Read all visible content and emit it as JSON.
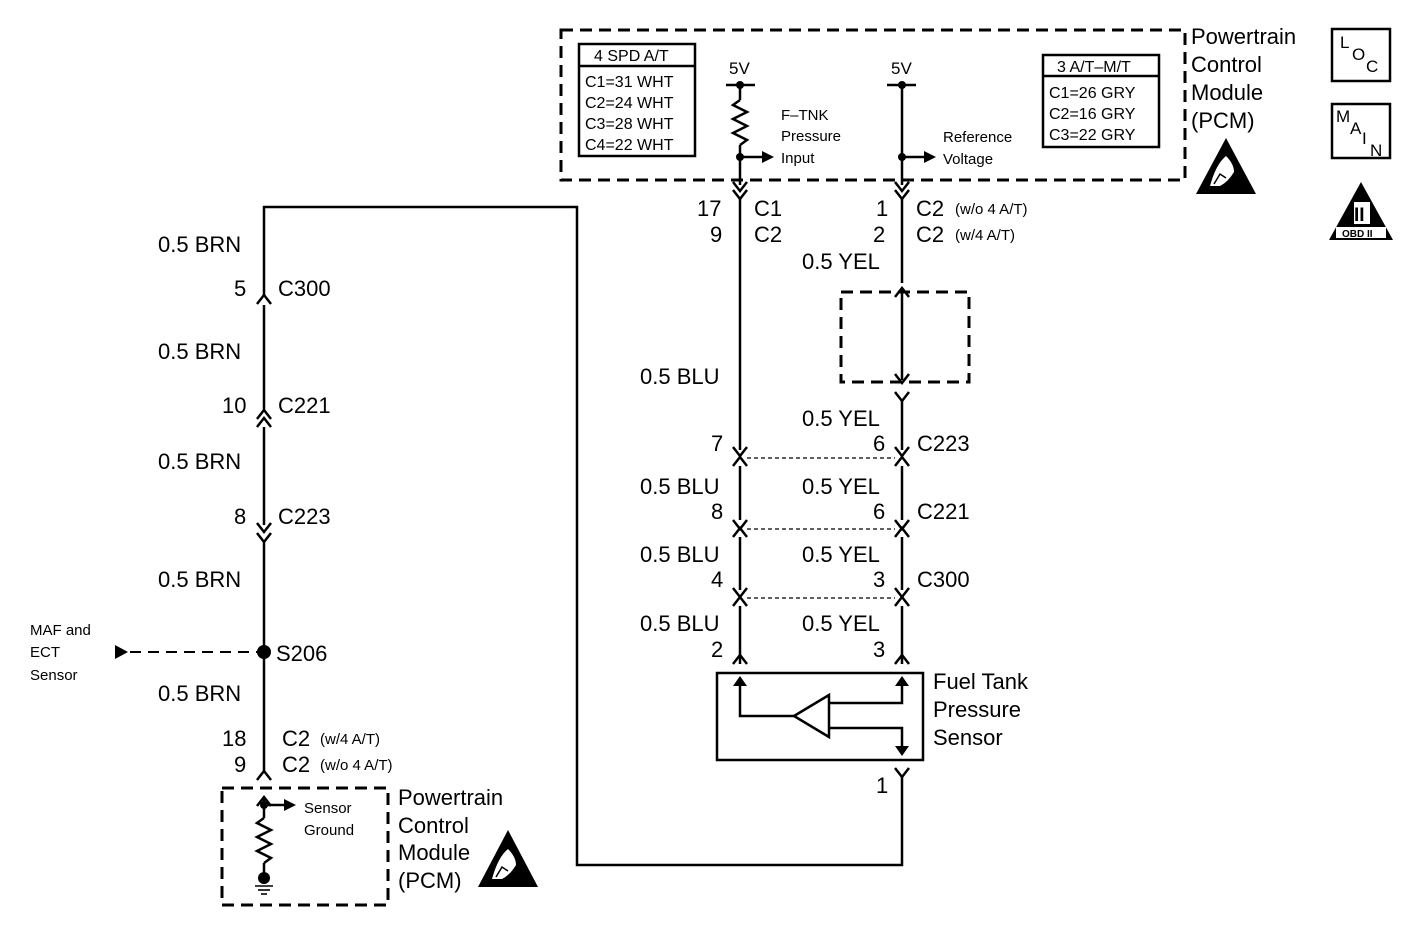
{
  "pcm_top": {
    "title_lines": [
      "Powertrain",
      "Control",
      "Module",
      "(PCM)"
    ],
    "spd_table": {
      "header": "4 SPD A/T",
      "rows": [
        "C1=31 WHT",
        "C2=24 WHT",
        "C3=28 WHT",
        "C4=22 WHT"
      ]
    },
    "mt_table": {
      "header": "3 A/T–M/T",
      "rows": [
        "C1=26 GRY",
        "C2=16 GRY",
        "C3=22 GRY"
      ]
    },
    "left_circuit": {
      "voltage": "5V",
      "label_lines": [
        "F–TNK",
        "Pressure",
        "Input"
      ]
    },
    "right_circuit": {
      "voltage": "5V",
      "label_lines": [
        "Reference",
        "Voltage"
      ]
    }
  },
  "icons": {
    "loc": {
      "letters": [
        "L",
        "O",
        "C"
      ]
    },
    "main": {
      "letters": [
        "M",
        "A",
        "I",
        "N"
      ]
    },
    "obd": {
      "numeral": "II",
      "caption": "OBD II"
    }
  },
  "connectors_top": {
    "left_pins": [
      "17",
      "9"
    ],
    "left_names": [
      "C1",
      "C2"
    ],
    "right_pins": [
      "1",
      "2"
    ],
    "right_names": [
      "C2",
      "C2"
    ],
    "right_notes": [
      "(w/o 4 A/T)",
      "(w/4 A/T)"
    ]
  },
  "left_wire": {
    "labels": [
      "0.5 BRN",
      "0.5 BRN",
      "0.5 BRN",
      "0.5 BRN",
      "0.5 BRN"
    ],
    "connectors": [
      {
        "pin": "5",
        "name": "C300"
      },
      {
        "pin": "10",
        "name": "C221"
      },
      {
        "pin": "8",
        "name": "C223"
      }
    ],
    "splice": "S206",
    "maf_lines": [
      "MAF and",
      "ECT",
      "Sensor"
    ],
    "bottom_pins": [
      "18",
      "9"
    ],
    "bottom_names": [
      "C2",
      "C2"
    ],
    "bottom_notes": [
      "(w/4 A/T)",
      "(w/o 4 A/T)"
    ]
  },
  "pcm_bottom": {
    "title_lines": [
      "Powertrain",
      "Control",
      "Module",
      "(PCM)"
    ],
    "sensor_label_lines": [
      "Sensor",
      "Ground"
    ]
  },
  "blue_wire": {
    "top_label": "0.5 BLU",
    "labels": [
      "0.5 BLU",
      "0.5 BLU",
      "0.5 BLU"
    ],
    "pins": [
      "7",
      "8",
      "4",
      "2"
    ]
  },
  "yellow_wire": {
    "top_label": "0.5 YEL",
    "labels": [
      "0.5 YEL",
      "0.5 YEL",
      "0.5 YEL",
      "0.5 YEL"
    ],
    "pins": [
      "6",
      "6",
      "3",
      "3"
    ]
  },
  "mid_connectors": [
    "C223",
    "C221",
    "C300"
  ],
  "sensor": {
    "title_lines": [
      "Fuel Tank",
      "Pressure",
      "Sensor"
    ],
    "ground_pin": "1"
  }
}
